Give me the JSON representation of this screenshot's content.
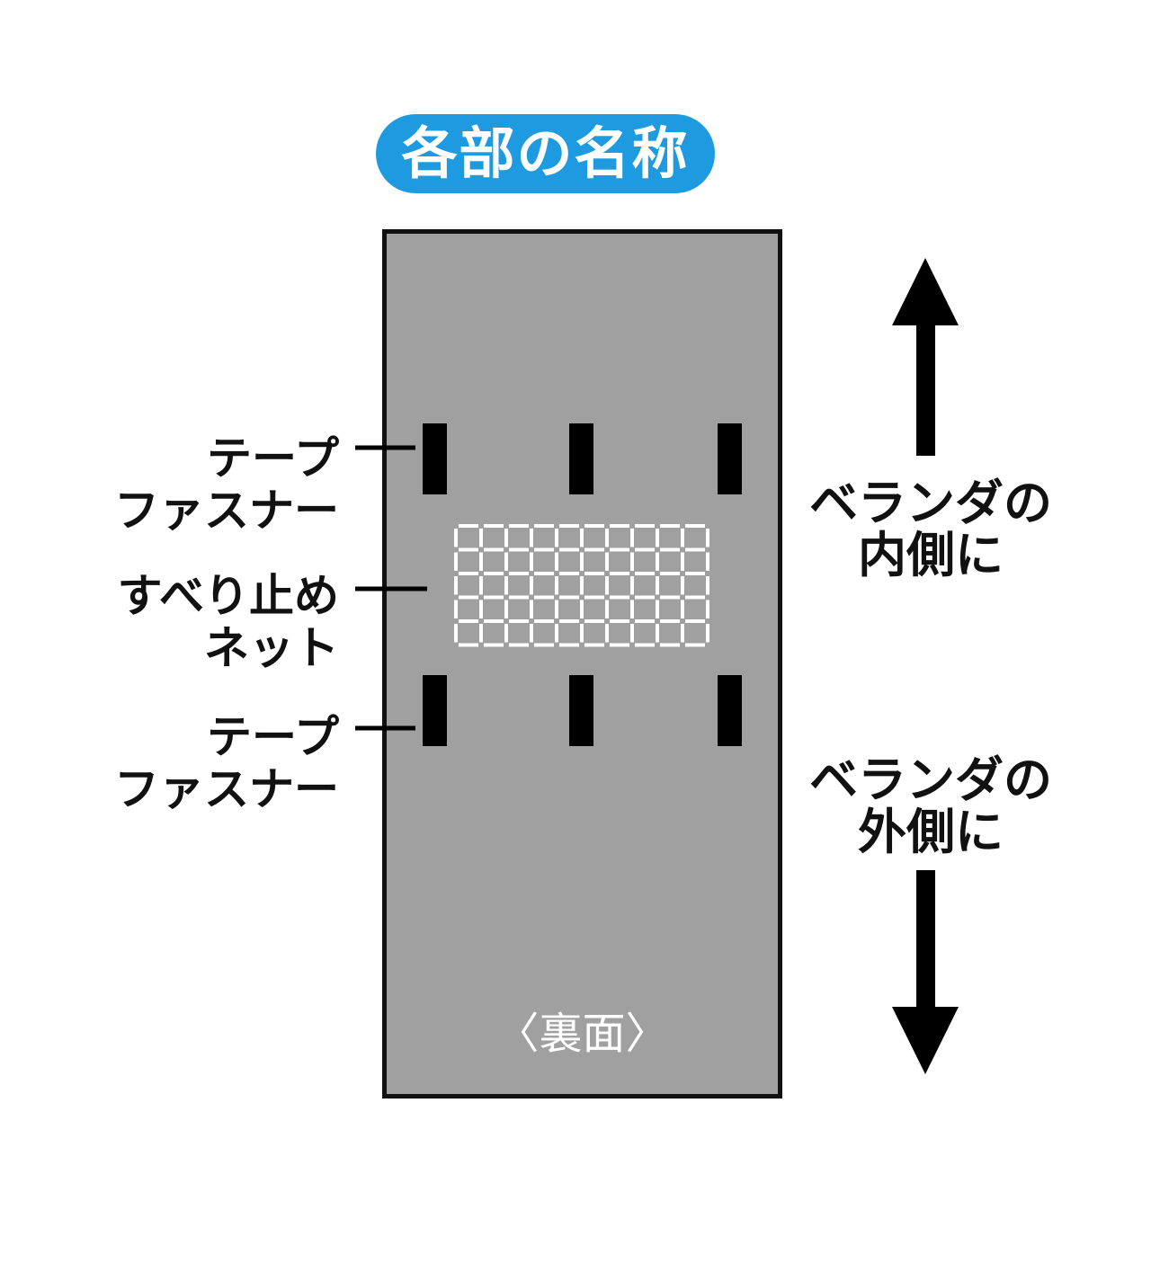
{
  "title": "各部の名称",
  "labels": {
    "tape_top": [
      "テープ",
      "ファスナー"
    ],
    "net": [
      "すべり止め",
      "ネット"
    ],
    "tape_bottom": [
      "テープ",
      "ファスナー"
    ],
    "inside": [
      "ベランダの",
      "内側に"
    ],
    "outside": [
      "ベランダの",
      "外側に"
    ],
    "back_side": "〈裏面〉"
  },
  "colors": {
    "title_pill": "#1e9be0",
    "mat_fill": "#a0a0a0",
    "mat_border": "#111111",
    "fastener": "#000000",
    "net_lines": "#ffffff",
    "arrow": "#000000"
  },
  "icons": {
    "up_arrow": "arrow-up-icon",
    "down_arrow": "arrow-down-icon"
  }
}
